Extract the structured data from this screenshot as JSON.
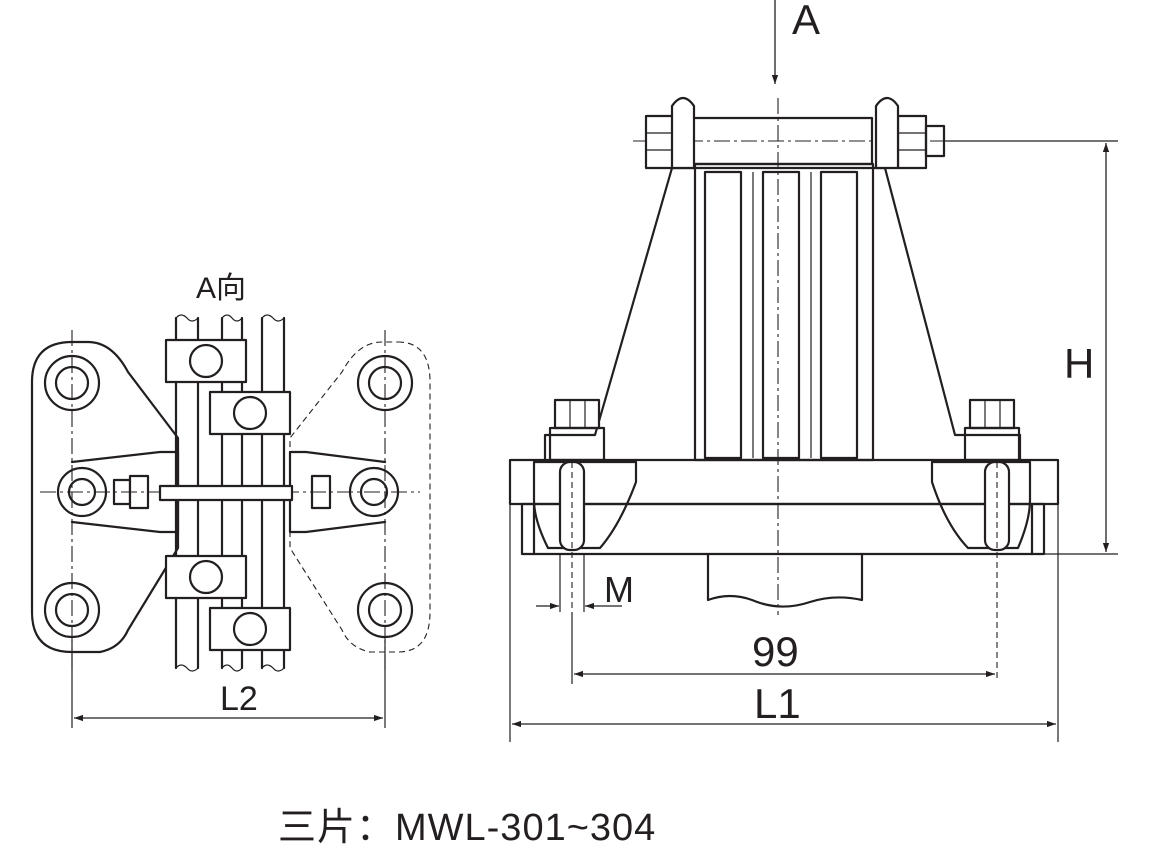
{
  "labels": {
    "view_arrow": "A",
    "view_label": "A向",
    "height": "H",
    "bolt": "M",
    "spacing": "99",
    "length1": "L1",
    "length2": "L2"
  },
  "caption": "三片：MWL-301~304"
}
